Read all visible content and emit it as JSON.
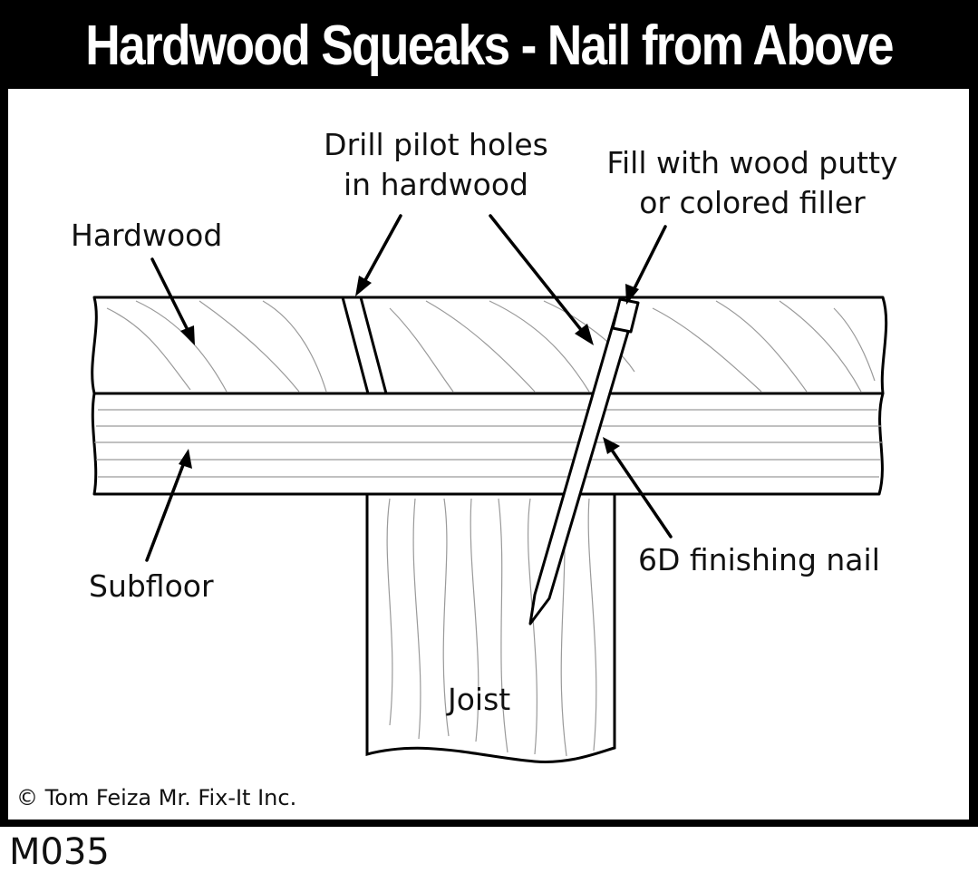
{
  "title": "Hardwood Squeaks - Nail from Above",
  "labels": {
    "drill_line1": "Drill pilot holes",
    "drill_line2": "in hardwood",
    "fill_line1": "Fill with wood putty",
    "fill_line2": "or colored filler",
    "hardwood": "Hardwood",
    "subfloor": "Subfloor",
    "nail": "6D finishing nail",
    "joist": "Joist"
  },
  "copyright": "© Tom Feiza Mr. Fix-It Inc.",
  "code": "M035"
}
